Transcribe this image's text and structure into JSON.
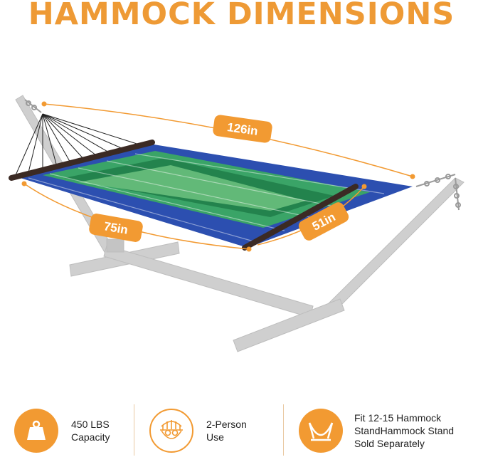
{
  "title": "HAMMOCK DIMENSIONS",
  "dimensions": {
    "length": "126in",
    "width_bottom": "75in",
    "bar_width": "51in"
  },
  "features": [
    {
      "line1": "450 LBS",
      "line2": "Capacity",
      "icon": "weight-icon"
    },
    {
      "line1": "2-Person",
      "line2": "Use",
      "icon": "two-person-icon"
    },
    {
      "line1": "Fit 12-15 Hammock",
      "line2": "StandHammock Stand",
      "line3": "Sold Separately",
      "icon": "stand-icon"
    }
  ],
  "colors": {
    "accent": "#F29A32",
    "title": "#EE9A35",
    "stand": "#CFCFCF",
    "hammock_blue": "#2C4FB0",
    "hammock_green": "#3DB35A",
    "spreader_bar": "#3B2A24"
  }
}
